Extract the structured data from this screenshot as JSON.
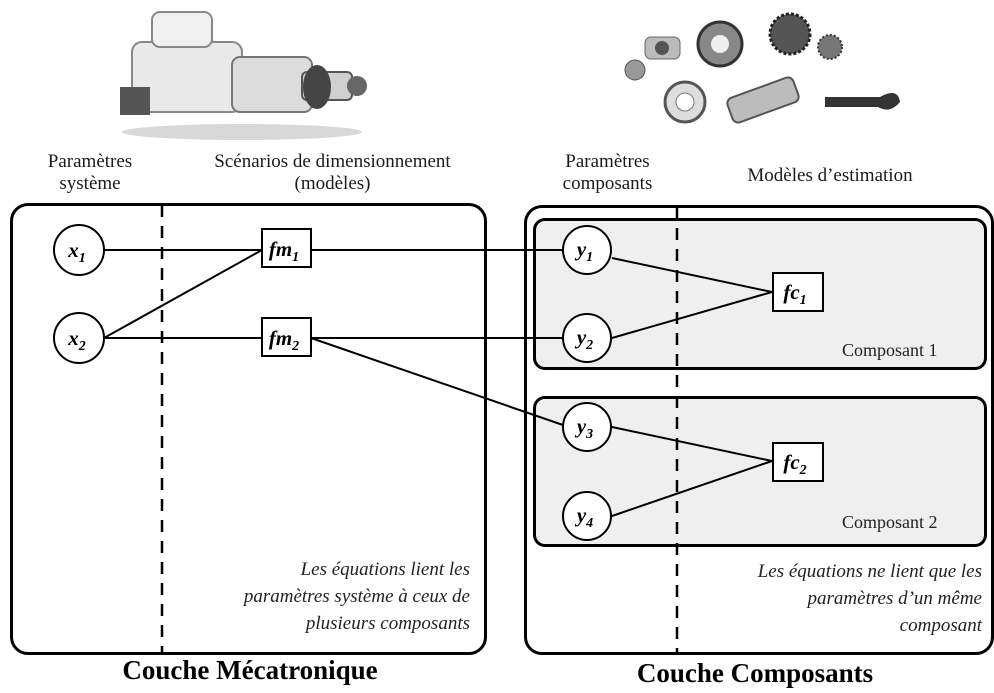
{
  "headers": {
    "system_params": [
      "Paramètres",
      "système"
    ],
    "scenarios": [
      "Scénarios de dimensionnement",
      "(modèles)"
    ],
    "component_params": [
      "Paramètres",
      "composants"
    ],
    "estimation_models": "Modèles d’estimation"
  },
  "nodes": {
    "x1": {
      "base": "x",
      "sub": "1"
    },
    "x2": {
      "base": "x",
      "sub": "2"
    },
    "fm1": {
      "base": "fm",
      "sub": "1"
    },
    "fm2": {
      "base": "fm",
      "sub": "2"
    },
    "y1": {
      "base": "y",
      "sub": "1"
    },
    "y2": {
      "base": "y",
      "sub": "2"
    },
    "y3": {
      "base": "y",
      "sub": "3"
    },
    "y4": {
      "base": "y",
      "sub": "4"
    },
    "fc1": {
      "base": "fc",
      "sub": "1"
    },
    "fc2": {
      "base": "fc",
      "sub": "2"
    }
  },
  "components": {
    "c1": "Composant 1",
    "c2": "Composant 2"
  },
  "notes": {
    "left": [
      "Les équations lient les",
      "paramètres système à ceux de",
      "plusieurs composants"
    ],
    "right": [
      "Les équations ne lient que les",
      "paramètres d’un même",
      "composant"
    ]
  },
  "layers": {
    "left": "Couche Mécatronique",
    "right": "Couche Composants"
  },
  "images": {
    "left": "starter-motor-photo",
    "right": "mechanical-components-photo"
  }
}
